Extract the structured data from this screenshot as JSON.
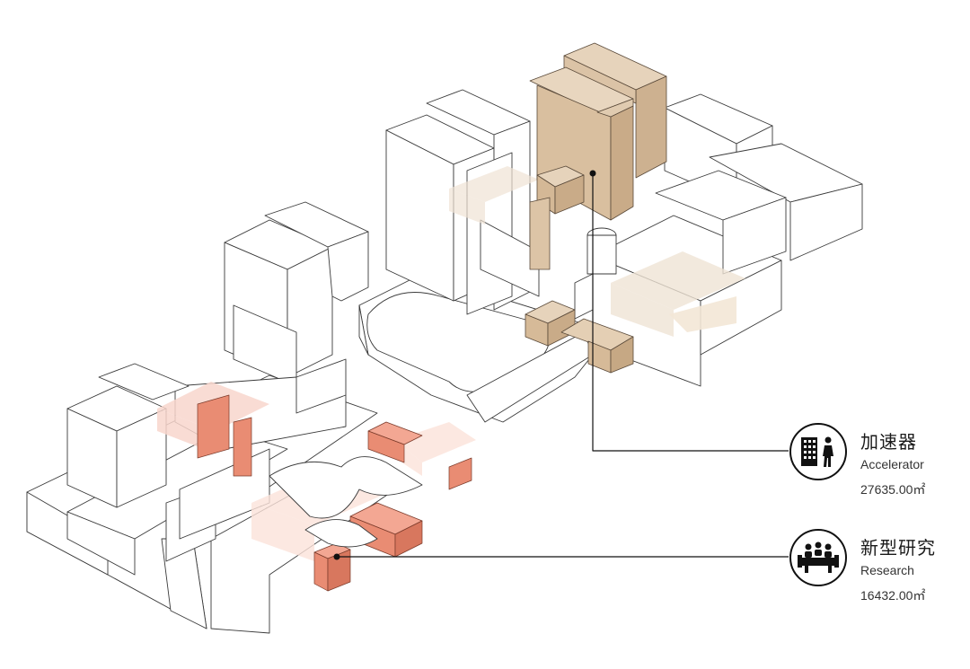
{
  "legend": [
    {
      "key": "accelerator",
      "title": "加速器",
      "subtitle": "Accelerator",
      "area": "27635.00㎡",
      "color": "#d7bd9c",
      "icon": "building-person-icon"
    },
    {
      "key": "research",
      "title": "新型研究",
      "subtitle": "Research",
      "area": "16432.00㎡",
      "color": "#e98c73",
      "icon": "meeting-table-icon"
    }
  ],
  "colors": {
    "outline": "#3a3a3a",
    "leader": "#111111",
    "accelerator": "#d7bd9c",
    "accelerator_light": "#efe3d4",
    "research": "#e98c73",
    "research_light": "#f8d6cc"
  }
}
